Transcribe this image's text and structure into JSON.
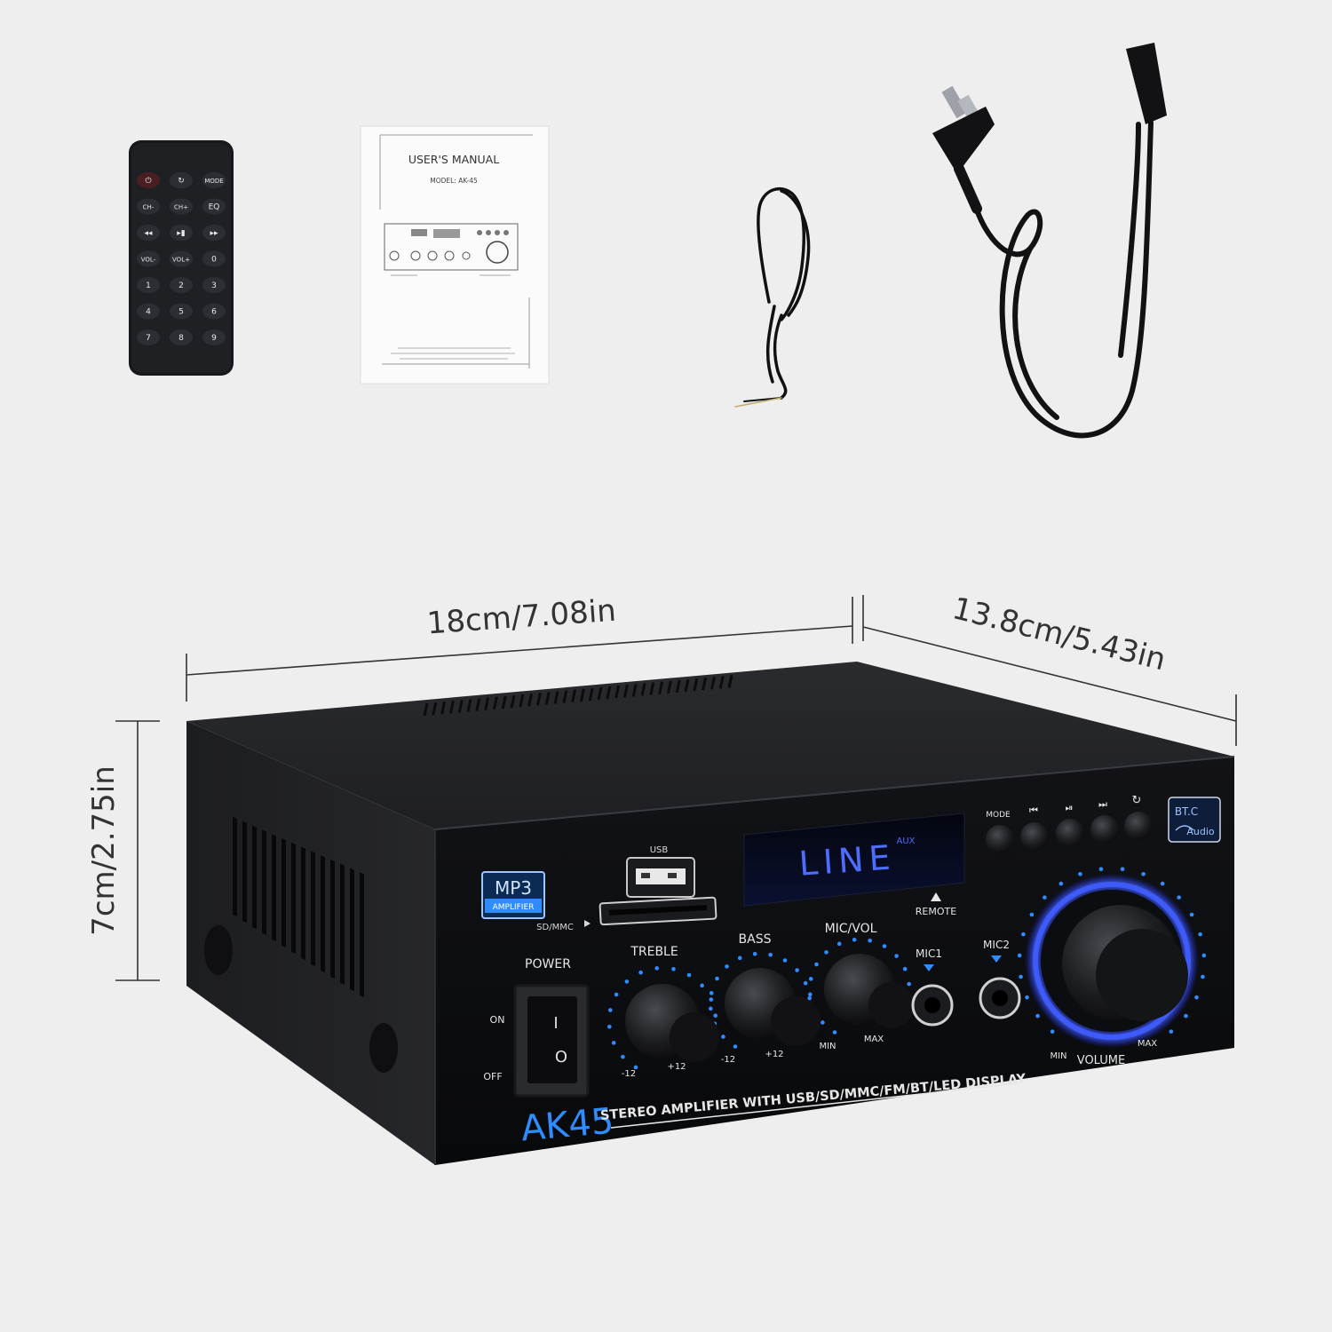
{
  "colors": {
    "background": "#eeeeef",
    "chassis": "#1b1c1f",
    "faceplate": "#0b0c0e",
    "accent_blue": "#2f8cff",
    "lcd_blue": "#3a5dff",
    "dimension_line": "#333333"
  },
  "manual": {
    "title": "USER'S MANUAL",
    "model": "MODEL:  AK-45"
  },
  "remote": {
    "keys": [
      "",
      "",
      "MODE",
      "CH-",
      "CH+",
      "EQ",
      "◂◂",
      "▸▮",
      "▸▸",
      "VOL-",
      "VOL+",
      "0",
      "1",
      "2",
      "3",
      "4",
      "5",
      "6",
      "7",
      "8",
      "9"
    ]
  },
  "dimensions": {
    "width": "18cm/7.08in",
    "depth": "13.8cm/5.43in",
    "height": "7cm/2.75in"
  },
  "amplifier": {
    "mp3_badge": "MP3",
    "mp3_sub": "AMPLIFIER",
    "usb_label": "USB",
    "sd_label": "SD/MMC",
    "display_text": "LINE",
    "display_aux": "AUX",
    "remote_label": "REMOTE",
    "mode_label": "MODE",
    "bt_top": "BT.C",
    "bt_bottom": "Audio",
    "power_label": "POWER",
    "on_label": "ON",
    "off_label": "OFF",
    "switch_on": "I",
    "switch_off": "O",
    "treble_label": "TREBLE",
    "treble_min": "-12",
    "treble_max": "+12",
    "bass_label": "BASS",
    "bass_min": "-12",
    "bass_max": "+12",
    "micvol_label": "MIC/VOL",
    "micvol_min": "MIN",
    "micvol_max": "MAX",
    "mic1_label": "MIC1",
    "mic2_label": "MIC2",
    "volume_label": "VOLUME",
    "volume_min": "MIN",
    "volume_max": "MAX",
    "model_big": "AK45",
    "tagline": "STEREO AMPLIFIER WITH USB/SD/MMC/FM/BT/LED DISPLAY"
  }
}
